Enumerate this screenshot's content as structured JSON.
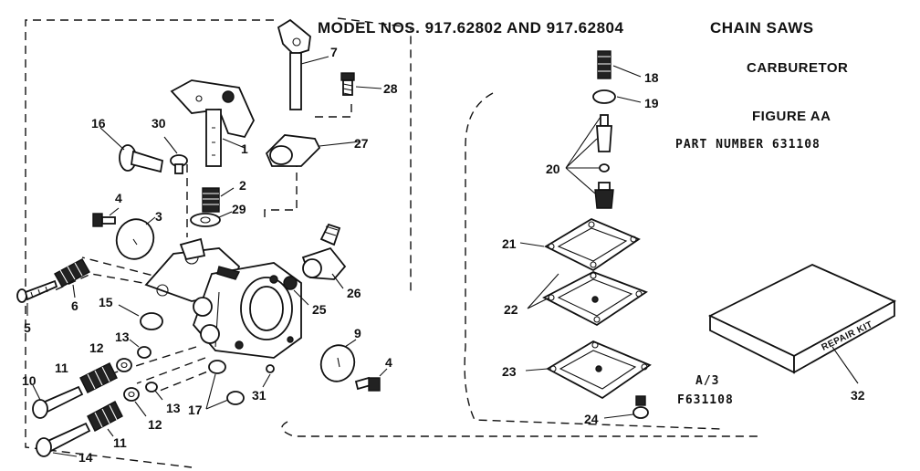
{
  "header": {
    "model": "MODEL NOS. 917.62802 AND 917.62804",
    "product": "CHAIN SAWS",
    "assembly": "CARBURETOR",
    "figure": "FIGURE AA",
    "part_number": "PART NUMBER 631108"
  },
  "drawing_code": {
    "line1": "A/3",
    "line2": "F631108"
  },
  "repair_kit_label": "REPAIR KIT",
  "callouts": {
    "c1": "1",
    "c2": "2",
    "c3": "3",
    "c4a": "4",
    "c4b": "4",
    "c5": "5",
    "c6": "6",
    "c7": "7",
    "c9": "9",
    "c10": "10",
    "c11a": "11",
    "c11b": "11",
    "c12a": "12",
    "c12b": "12",
    "c13a": "13",
    "c13b": "13",
    "c14": "14",
    "c15": "15",
    "c16": "16",
    "c17": "17",
    "c18": "18",
    "c19": "19",
    "c20": "20",
    "c21": "21",
    "c22": "22",
    "c23": "23",
    "c24": "24",
    "c25": "25",
    "c26": "26",
    "c27": "27",
    "c28": "28",
    "c29": "29",
    "c30": "30",
    "c31": "31",
    "c32": "32"
  }
}
